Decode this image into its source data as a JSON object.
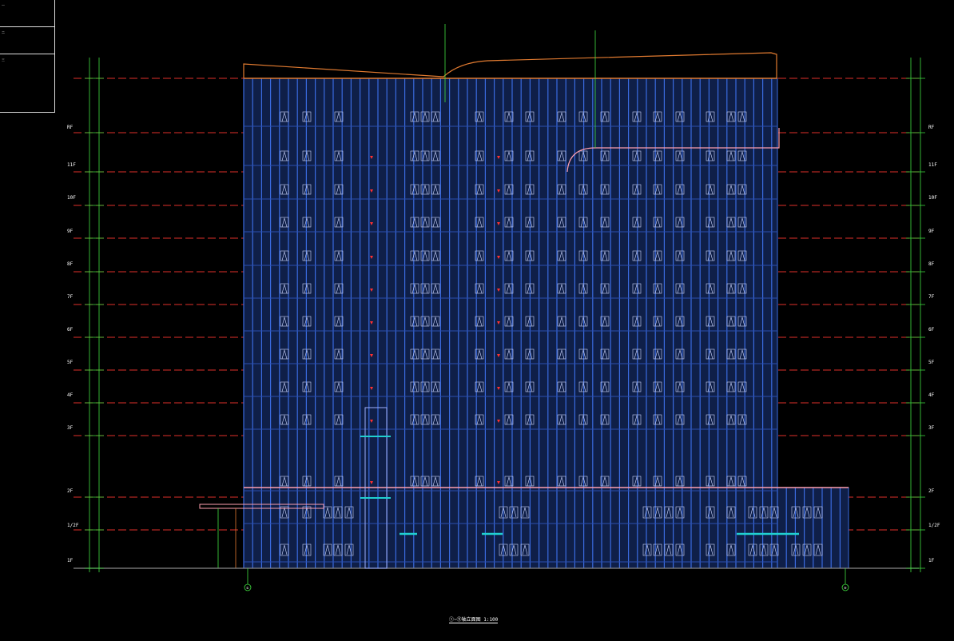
{
  "title": "①~⑨轴立面图 1:100",
  "legend": [
    "一",
    "二",
    "三"
  ],
  "floors": [
    "RF",
    "11F",
    "10F",
    "9F",
    "8F",
    "7F",
    "6F",
    "5F",
    "4F",
    "3F",
    "2F",
    "1/2F",
    "1F"
  ],
  "axes": {
    "left": "①",
    "right": "⑨"
  },
  "colors": {
    "bg": "#000000",
    "facade": "#1a2b5a",
    "mullion": "#3a6be0",
    "level": "#e0302a",
    "dim": "#40e040",
    "roof": "#e07a30",
    "canopy": "#ff9fb0",
    "cyan": "#20d0d0"
  }
}
